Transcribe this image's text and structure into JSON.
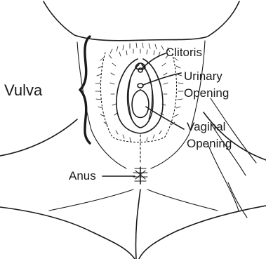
{
  "labels": {
    "vulva": "Vulva",
    "clitoris": "Clitoris",
    "urinary_line1": "Urinary",
    "urinary_line2": "Opening",
    "vaginal_line1": "Vaginal",
    "vaginal_line2": "Opening",
    "anus": "Anus"
  },
  "colors": {
    "ink": "#1a1a1a",
    "background": "#ffffff"
  }
}
